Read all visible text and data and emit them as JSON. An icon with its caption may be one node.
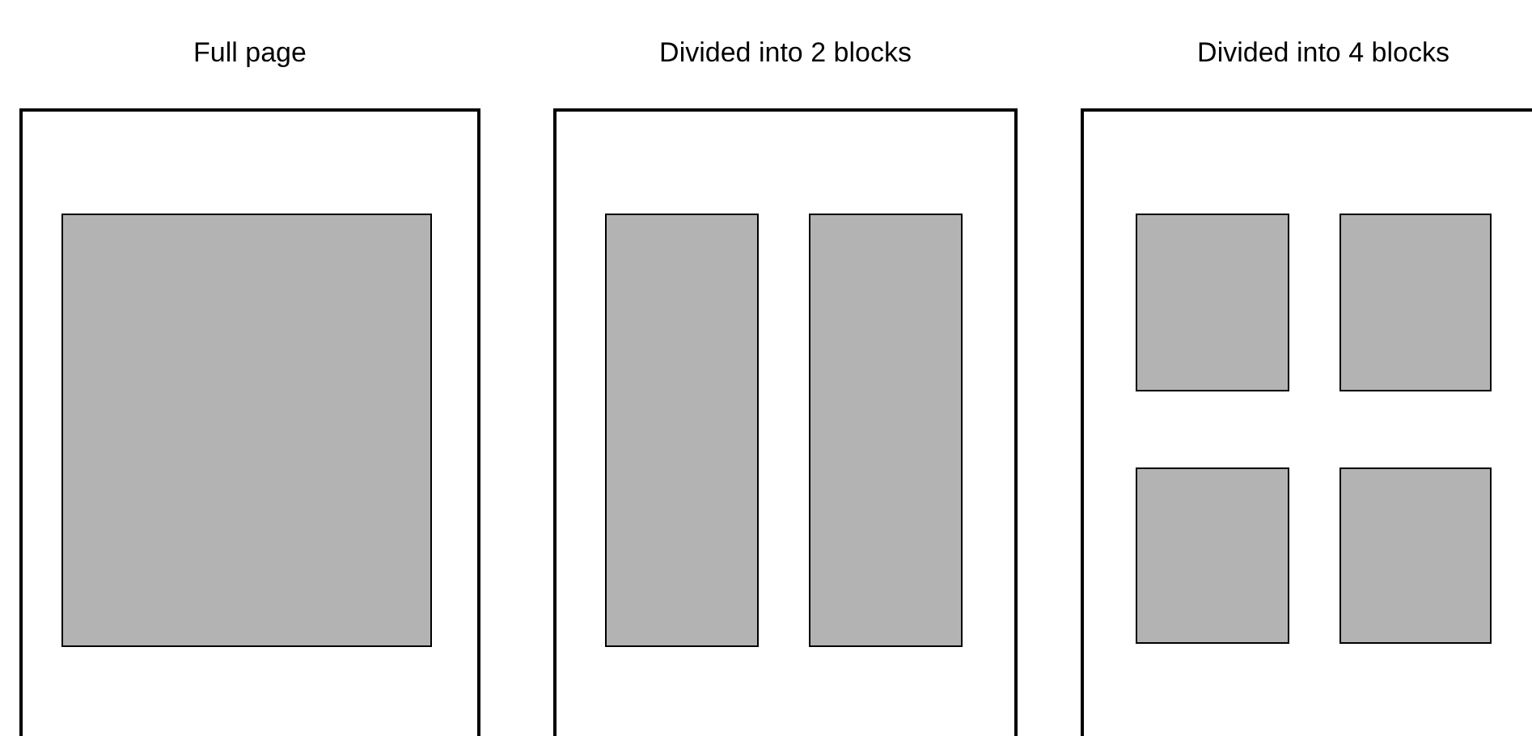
{
  "diagram": {
    "nodes": [
      {
        "text": [
          "Full page"
        ]
      },
      {
        "text": [],
        "shape": "box",
        "in": 0
      },
      {
        "text": [
          "Divided into 2 blocks"
        ]
      },
      {
        "text": [],
        "shape": "box",
        "in": 2
      },
      {
        "text": [],
        "shape": "box",
        "in": 2
      },
      {
        "text": [
          "Divided into 4 blocks"
        ]
      },
      {
        "text": [],
        "shape": "box",
        "in": 5
      },
      {
        "text": [],
        "shape": "box",
        "in": 5
      },
      {
        "text": [],
        "shape": "box",
        "in": 5
      },
      {
        "text": [],
        "shape": "box",
        "in": 5
      }
    ]
  }
}
